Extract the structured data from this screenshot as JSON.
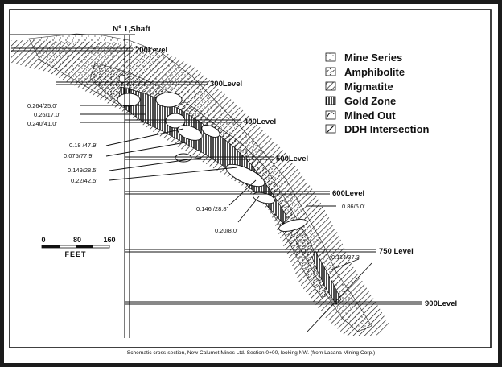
{
  "shaft_label": "Nº 1,Shaft",
  "levels": [
    {
      "name": "200Level"
    },
    {
      "name": "300Level"
    },
    {
      "name": "400Level"
    },
    {
      "name": "500Level"
    },
    {
      "name": "600Level"
    },
    {
      "name": "750 Level"
    },
    {
      "name": "900Level"
    }
  ],
  "assays": [
    "0.264/25.0'",
    "0.26/17.0'",
    "0.240/41.0'",
    "0.18 /47.9'",
    "0.075/77.9'",
    "0.149/28.5'",
    "0.22/42.5'",
    "0.146 /28.8'",
    "0.20/8.0'",
    "0.86/6.0'",
    "0.114/37.3'"
  ],
  "legend": [
    {
      "label": "Mine Series",
      "pattern": "dots"
    },
    {
      "label": "Amphibolite",
      "pattern": "dashes"
    },
    {
      "label": "Migmatite",
      "pattern": "hatch"
    },
    {
      "label": "Gold Zone",
      "pattern": "vertical"
    },
    {
      "label": "Mined Out",
      "pattern": "mined"
    },
    {
      "label": "DDH Intersection",
      "pattern": "ddh"
    }
  ],
  "scale": {
    "ticks": [
      "0",
      "80",
      "160"
    ],
    "unit": "FEET"
  },
  "caption": "Schematic cross-section, New Calumet Mines Ltd. Section 0+00, looking NW. (from Lacana Mining Corp.)",
  "colors": {
    "frame": "#1b1b1b",
    "ink": "#111111",
    "paper": "#ffffff"
  }
}
